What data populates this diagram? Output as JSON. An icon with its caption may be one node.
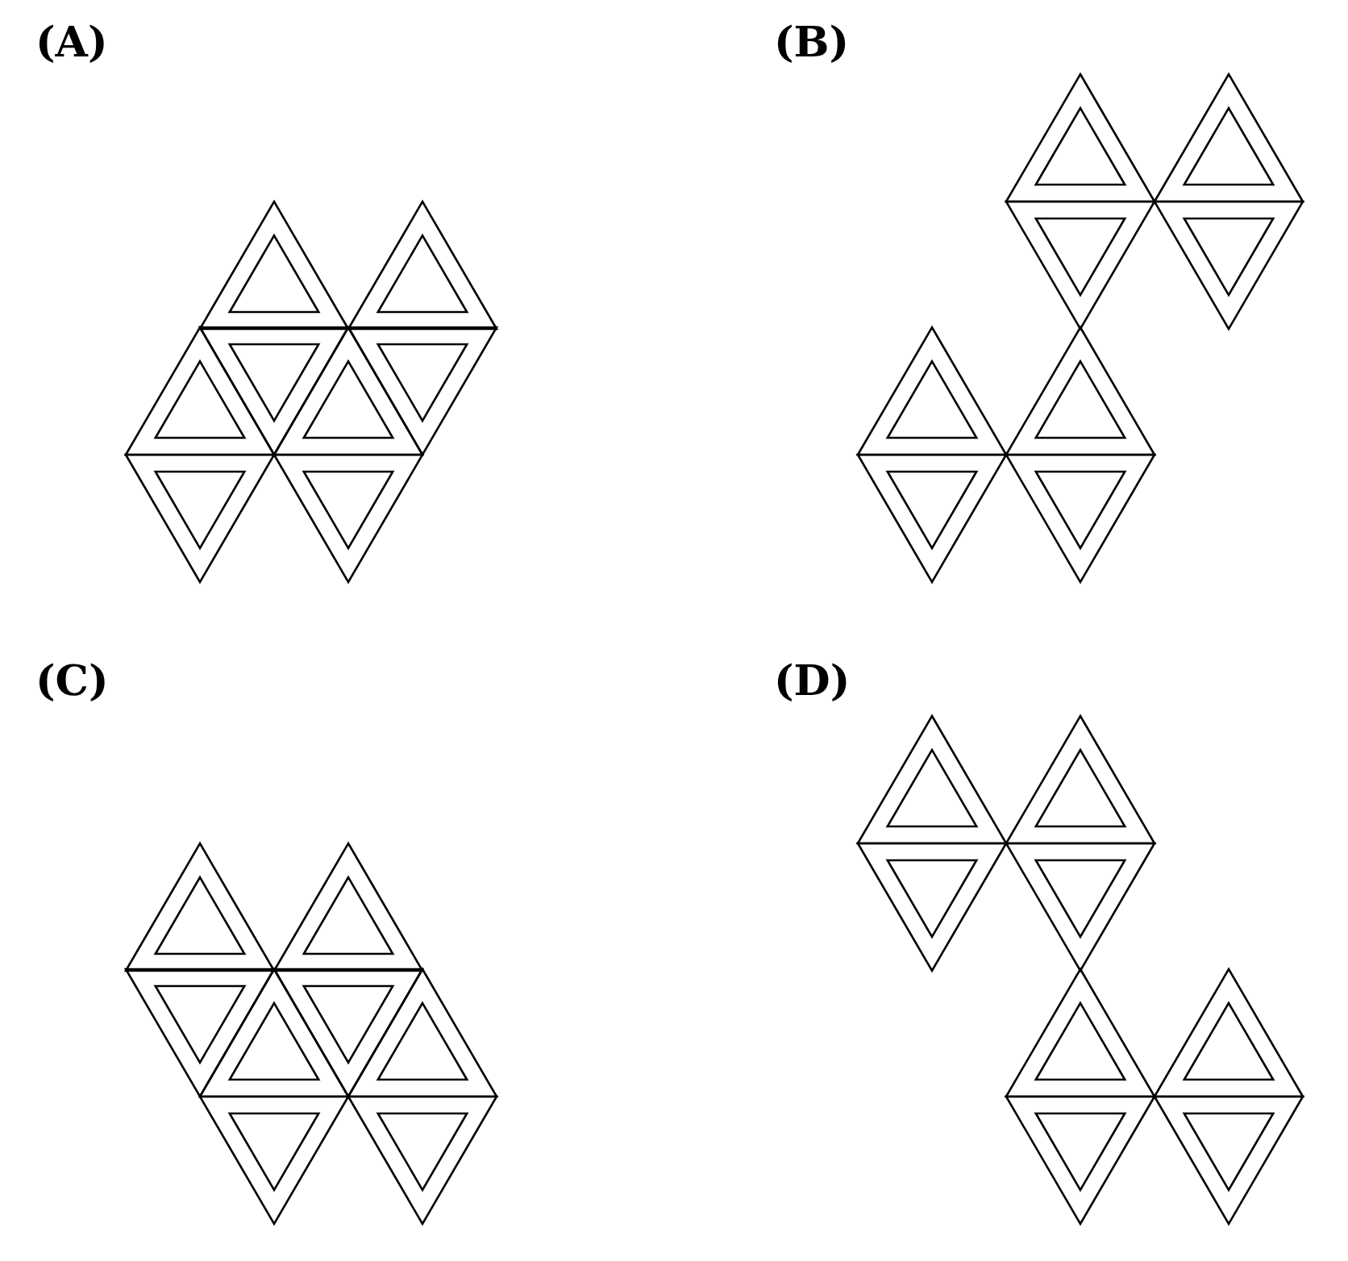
{
  "diagram": {
    "labels": [
      "(A)",
      "(B)",
      "(C)",
      "(D)"
    ]
  }
}
